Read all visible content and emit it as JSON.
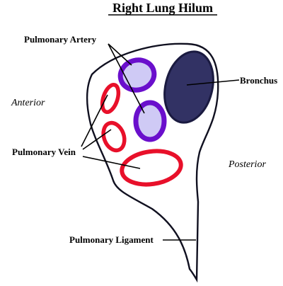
{
  "title": "Right Lung Hilum",
  "labels": {
    "pulmonary_artery": "Pulmonary Artery",
    "bronchus": "Bronchus",
    "anterior": "Anterior",
    "posterior": "Posterior",
    "pulmonary_vein": "Pulmonary Vein",
    "pulmonary_ligament": "Pulmonary Ligament"
  },
  "colors": {
    "artery_stroke": "#6a0fcc",
    "artery_fill": "#cfcaf5",
    "vein_stroke": "#e8102a",
    "vein_fill": "#ffffff",
    "bronchus_fill": "#323264",
    "bronchus_stroke": "#1a1a40",
    "outline": "#101020"
  }
}
